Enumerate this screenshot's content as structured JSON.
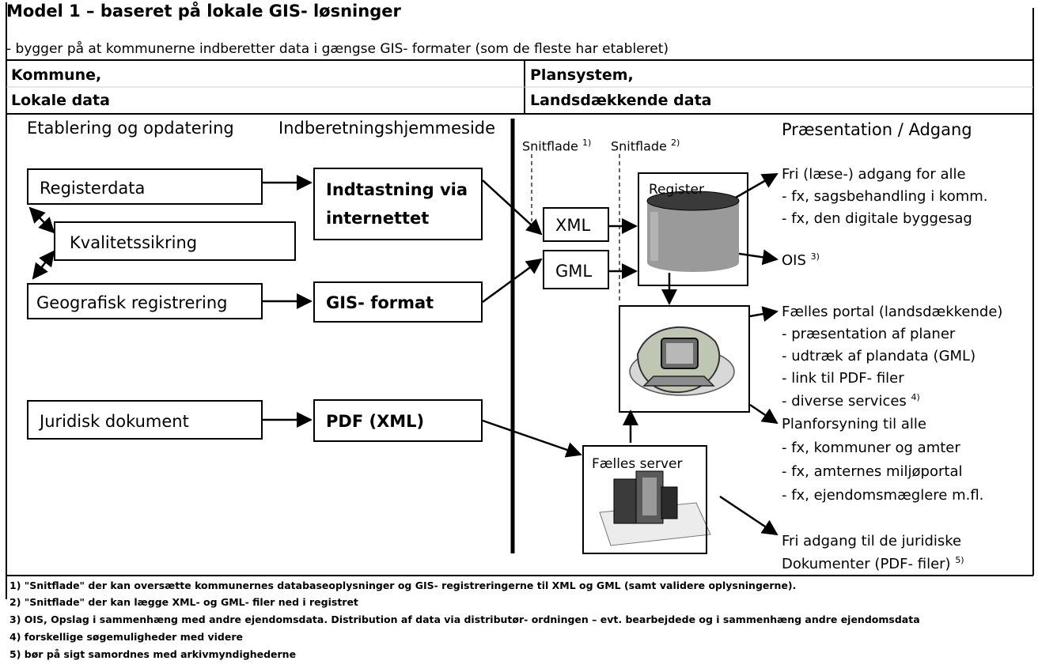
{
  "title": "Model 1 – baseret på lokale GIS- løsninger",
  "subtitle": "- bygger på at kommunerne indberetter data i gængse GIS- formater (som de fleste har etableret)",
  "header": {
    "left_line1": "Kommune,",
    "left_line2": "Lokale data",
    "right_line1": "Plansystem,",
    "right_line2": "Landsdækkende data"
  },
  "sections": {
    "etablering": "Etablering og opdatering",
    "indberetning": "Indberetningshjemmeside",
    "praesentation": "Præsentation / Adgang"
  },
  "interfaces": {
    "snitflade1": "Snitflade",
    "snitflade1_sup": "1)",
    "snitflade2": "Snitflade",
    "snitflade2_sup": "2)"
  },
  "boxes": {
    "registerdata": "Registerdata",
    "kvalitetssikring": "Kvalitetssikring",
    "geografisk": "Geografisk registrering",
    "juridisk": "Juridisk dokument",
    "indtastning_line1": "Indtastning via",
    "indtastning_line2": "internettet",
    "gis_format": "GIS- format",
    "pdf_xml": "PDF (XML)",
    "xml": "XML",
    "gml": "GML",
    "register": "Register",
    "faelles_server": "Fælles server"
  },
  "outputs": {
    "fri_line1": "Fri (læse-) adgang for alle",
    "fri_line2": "- fx, sagsbehandling i komm.",
    "fri_line3": "- fx, den digitale byggesag",
    "ois": "OIS",
    "ois_sup": "3)",
    "portal_line1": "Fælles portal (landsdækkende)",
    "portal_line2": "- præsentation af planer",
    "portal_line3": "- udtræk af plandata (GML)",
    "portal_line4": "- link til PDF- filer",
    "portal_line5": "- diverse services",
    "portal_line5_sup": "4)",
    "plan_line1": "Planforsyning til alle",
    "plan_line2": "- fx, kommuner og amter",
    "plan_line3": "- fx, amternes miljøportal",
    "plan_line4": "- fx, ejendomsmæglere m.fl.",
    "jur_line1": "Fri adgang til de juridiske",
    "jur_line2": "Dokumenter (PDF- filer)",
    "jur_sup": "5)"
  },
  "footnotes": [
    "1)   \"Snitflade\" der kan oversætte kommunernes databaseoplysninger og GIS- registreringerne til XML og GML (samt validere oplysningerne).",
    "2)   \"Snitflade\" der kan lægge XML- og GML- filer ned i registret",
    "3)   OIS, Opslag i sammenhæng med andre ejendomsdata. Distribution af data via distributør- ordningen – evt. bearbejdede og i sammenhæng andre ejendomsdata",
    "4)   forskellige søgemuligheder med videre",
    "5)   bør på sigt samordnes med arkivmyndighederne"
  ]
}
